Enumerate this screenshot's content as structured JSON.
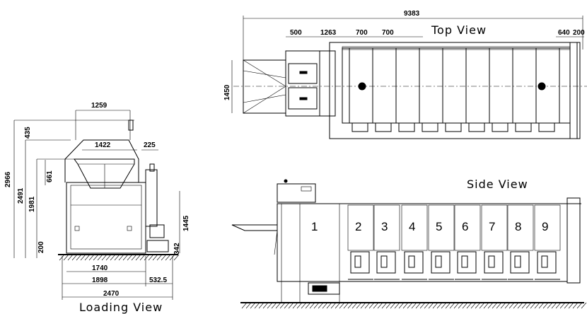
{
  "views": {
    "loading": {
      "title": "Loading View"
    },
    "top": {
      "title": "Top View"
    },
    "side": {
      "title": "Side View"
    }
  },
  "loading_dims": {
    "top_width": "1259",
    "hopper_width": "1422",
    "side_offset": "225",
    "overall_height": "2966",
    "height_2491": "2491",
    "height_1981": "1981",
    "height_661": "661",
    "height_435": "435",
    "height_1445": "1445",
    "base_200": "200",
    "height_342": "342",
    "width_1740": "1740",
    "width_1898": "1898",
    "width_532_5": "532.5",
    "width_2470": "2470"
  },
  "top_dims": {
    "overall_length": "9383",
    "d500": "500",
    "d1263": "1263",
    "d700a": "700",
    "d700b": "700",
    "d640": "640",
    "d200": "200",
    "width_1450": "1450"
  },
  "side": {
    "tanks": [
      "1",
      "2",
      "3",
      "4",
      "5",
      "6",
      "7",
      "8",
      "9"
    ]
  }
}
